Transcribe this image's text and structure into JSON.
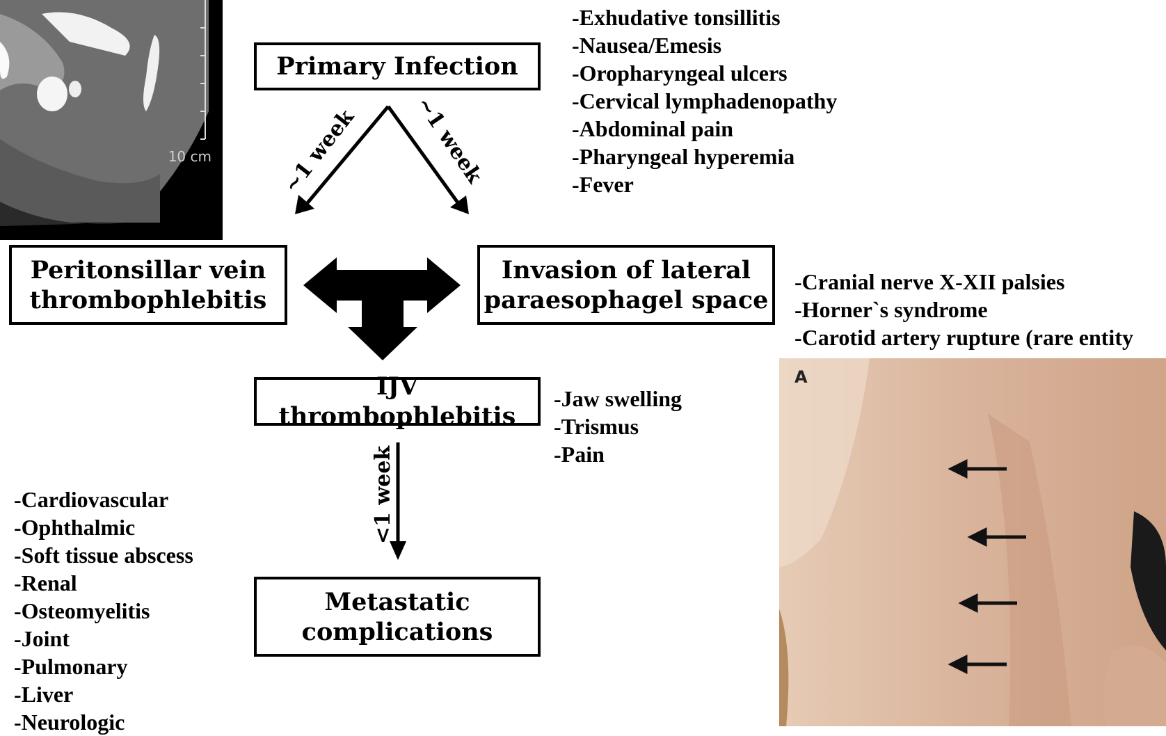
{
  "ct_image": {
    "scale_label": "10 cm"
  },
  "photo": {
    "panel_letter": "A"
  },
  "boxes": {
    "primary_infection": "Primary Infection",
    "peritonsillar": [
      "Peritonsillar vein",
      "thrombophlebitis"
    ],
    "invasion": [
      "Invasion of lateral",
      "paraesophagel space"
    ],
    "ijv": "IJV thrombophlebitis",
    "metastatic": [
      "Metastatic",
      "complications"
    ]
  },
  "arrow_labels": {
    "left": "~1 week",
    "right": "~1 week",
    "down": "<1 week"
  },
  "lists": {
    "primary_symptoms": [
      "-Exhudative tonsillitis",
      "-Nausea/Emesis",
      "-Oropharyngeal ulcers",
      "-Cervical lymphadenopathy",
      "-Abdominal pain",
      "-Pharyngeal hyperemia",
      "-Fever"
    ],
    "invasion_symptoms": [
      "-Cranial nerve X-XII palsies",
      "-Horner`s syndrome",
      "-Carotid artery rupture (rare entity"
    ],
    "ijv_symptoms": [
      "-Jaw swelling",
      "-Trismus",
      "-Pain"
    ],
    "metastatic_list": [
      "-Cardiovascular",
      "-Ophthalmic",
      "-Soft tissue abscess",
      "-Renal",
      "-Osteomyelitis",
      "-Joint",
      "-Pulmonary",
      "-Liver",
      "-Neurologic"
    ]
  }
}
